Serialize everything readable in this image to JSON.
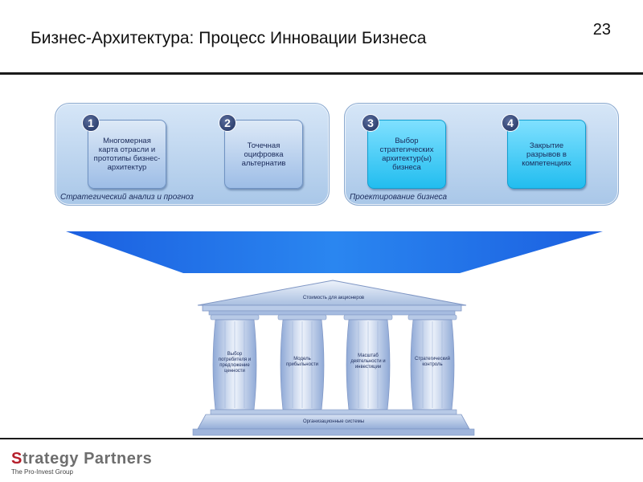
{
  "slide": {
    "title": "Бизнес-Архитектура: Процесс Инновации Бизнеса",
    "page_number": "23"
  },
  "phases": [
    {
      "label": "Стратегический анализ и прогноз",
      "steps": [
        {
          "number": "1",
          "text": "Многомерная карта отрасли и прототипы бизнес-архитектур"
        },
        {
          "number": "2",
          "text": "Точечная оцифровка альтернатив"
        }
      ]
    },
    {
      "label": "Проектирование бизнеса",
      "steps": [
        {
          "number": "3",
          "text": "Выбор стратегических архитектур(ы) бизнеса"
        },
        {
          "number": "4",
          "text": "Закрытие разрывов в компетенциях"
        }
      ]
    }
  ],
  "temple": {
    "roof": "Стоимость для акционеров",
    "pillars": [
      "Выбор потребителя и предложение ценности",
      "Модель прибыльности",
      "Масштаб деятельности и инвестиции",
      "Стратегический контроль"
    ],
    "base": "Организационные системы"
  },
  "footer": {
    "logo_first_letter": "S",
    "logo_rest": "trategy Partners",
    "logo_tagline": "The Pro-Invest Group"
  }
}
